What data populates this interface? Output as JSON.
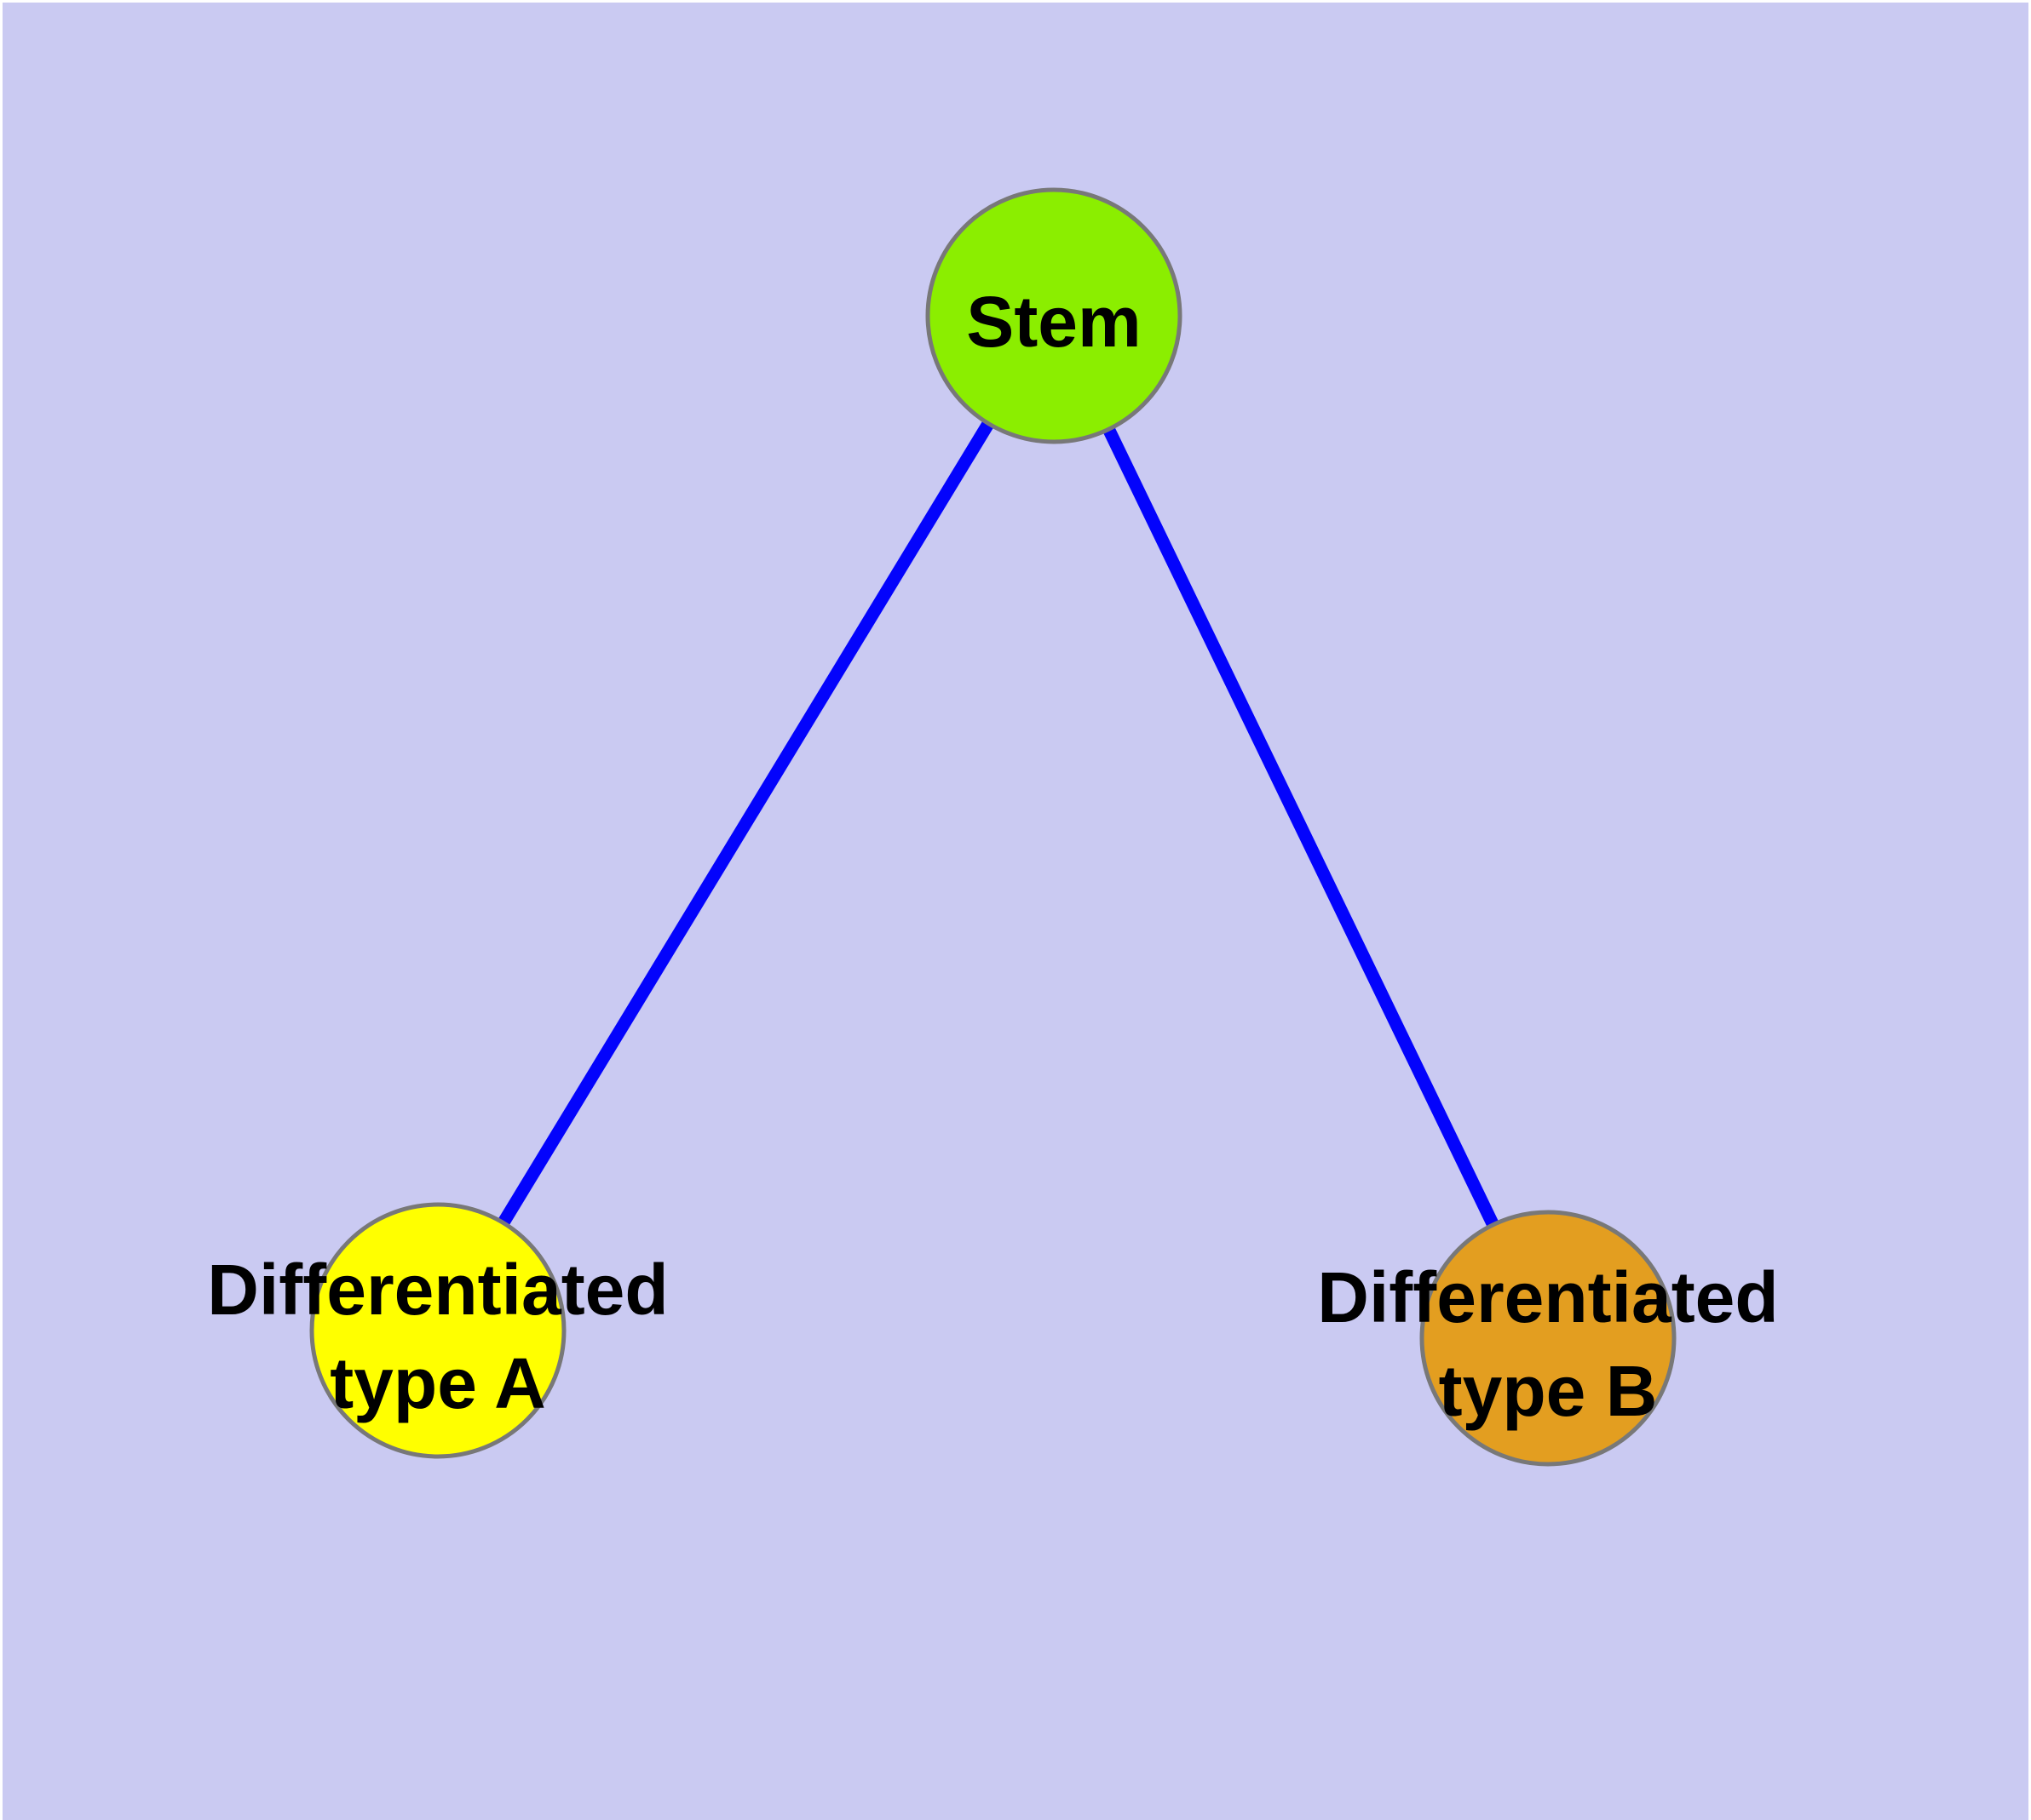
{
  "background": {
    "page_color": "#ffffff",
    "panel_color": "#cacaf2"
  },
  "graph": {
    "edge_color": "#0303fc",
    "node_border_color": "#787878",
    "label_color": "#000000",
    "nodes": [
      {
        "id": "stem",
        "label": "Stem",
        "fill": "#8bee00"
      },
      {
        "id": "diff-a",
        "label_line1": "Differentiated",
        "label_line2": "type A",
        "fill": "#ffff00"
      },
      {
        "id": "diff-b",
        "label_line1": "Differentiated",
        "label_line2": "type B",
        "fill": "#e39e20"
      }
    ],
    "edges": [
      {
        "from": "stem",
        "to": "diff-a"
      },
      {
        "from": "stem",
        "to": "diff-b"
      }
    ]
  }
}
